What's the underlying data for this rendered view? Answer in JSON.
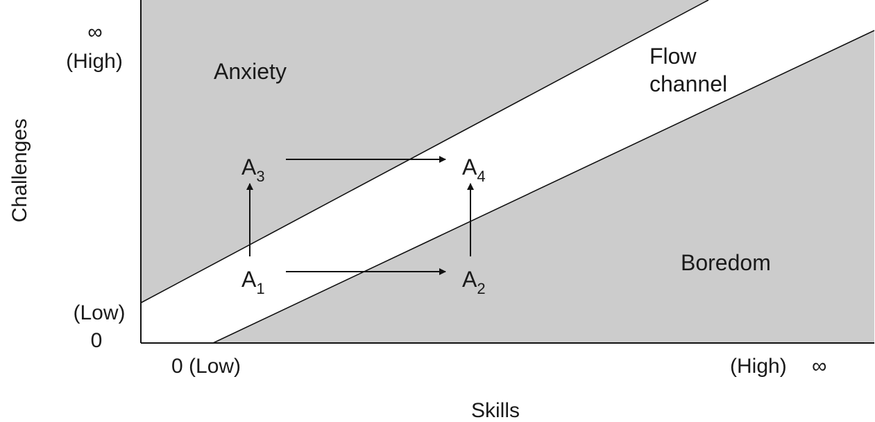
{
  "diagram": {
    "axes": {
      "y_label": "Challenges",
      "x_label": "Skills",
      "y_high_symbol": "∞",
      "y_high_text": "(High)",
      "y_low_text": "(Low)",
      "y_low_value": "0",
      "x_low_text": "0 (Low)",
      "x_high_text": "(High)",
      "x_high_symbol": "∞"
    },
    "regions": {
      "anxiety": "Anxiety",
      "flow_line1": "Flow",
      "flow_line2": "channel",
      "boredom": "Boredom"
    },
    "points": {
      "a1": {
        "base": "A",
        "sub": "1"
      },
      "a2": {
        "base": "A",
        "sub": "2"
      },
      "a3": {
        "base": "A",
        "sub": "3"
      },
      "a4": {
        "base": "A",
        "sub": "4"
      }
    },
    "colors": {
      "region_fill": "#cccccc",
      "flow_fill": "#ffffff",
      "line": "#111111"
    }
  }
}
